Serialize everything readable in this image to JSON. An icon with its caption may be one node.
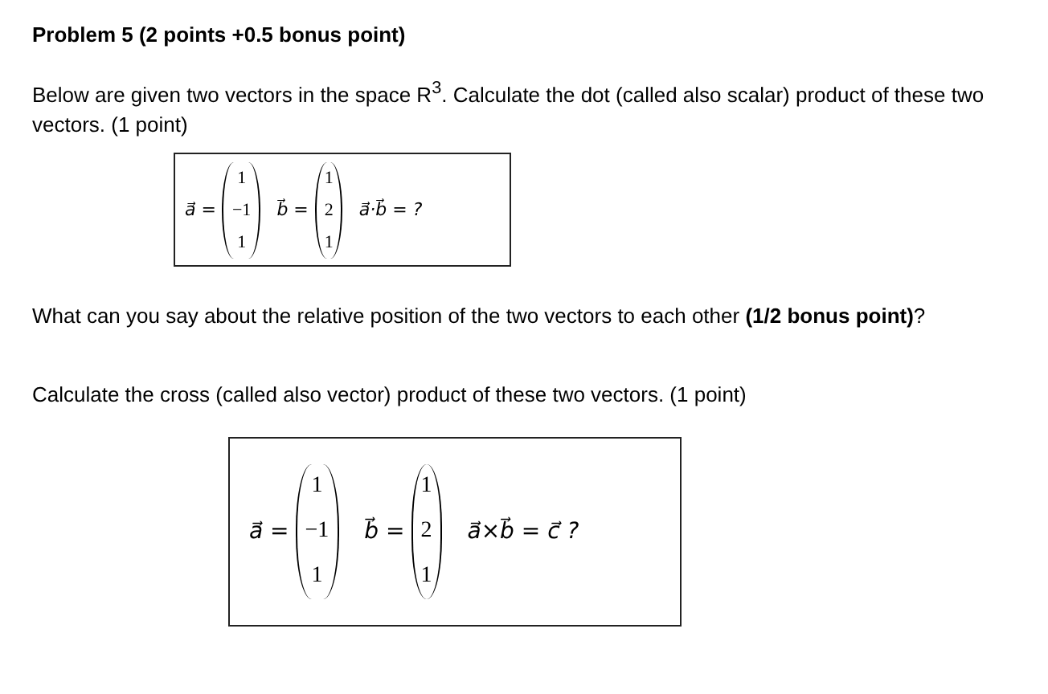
{
  "diagram": {
    "title": "Problem 5 (2 points +0.5 bonus point)",
    "nodes": [
      {
        "text": [
          "a⃗ =",
          "1",
          "−1",
          "1",
          "b⃗ =",
          "1",
          "2",
          "1",
          "a⃗·b⃗ = ?"
        ]
      },
      {
        "text": [
          "a⃗ =",
          "1",
          "−1",
          "1",
          "b⃗ =",
          "1",
          "2",
          "1",
          "a⃗×b⃗ = c⃗ ?"
        ]
      }
    ],
    "labels": [
      "Below are given two vectors in the space R$^{3}$. Calculate the dot (called also scalar) product of these two vectors. (1 point)",
      "What can you say about the relative position of the two vectors to each other **(1/2 bonus point)**?",
      "Calculate the cross (called also vector) product of these two vectors. (1 point)"
    ]
  }
}
